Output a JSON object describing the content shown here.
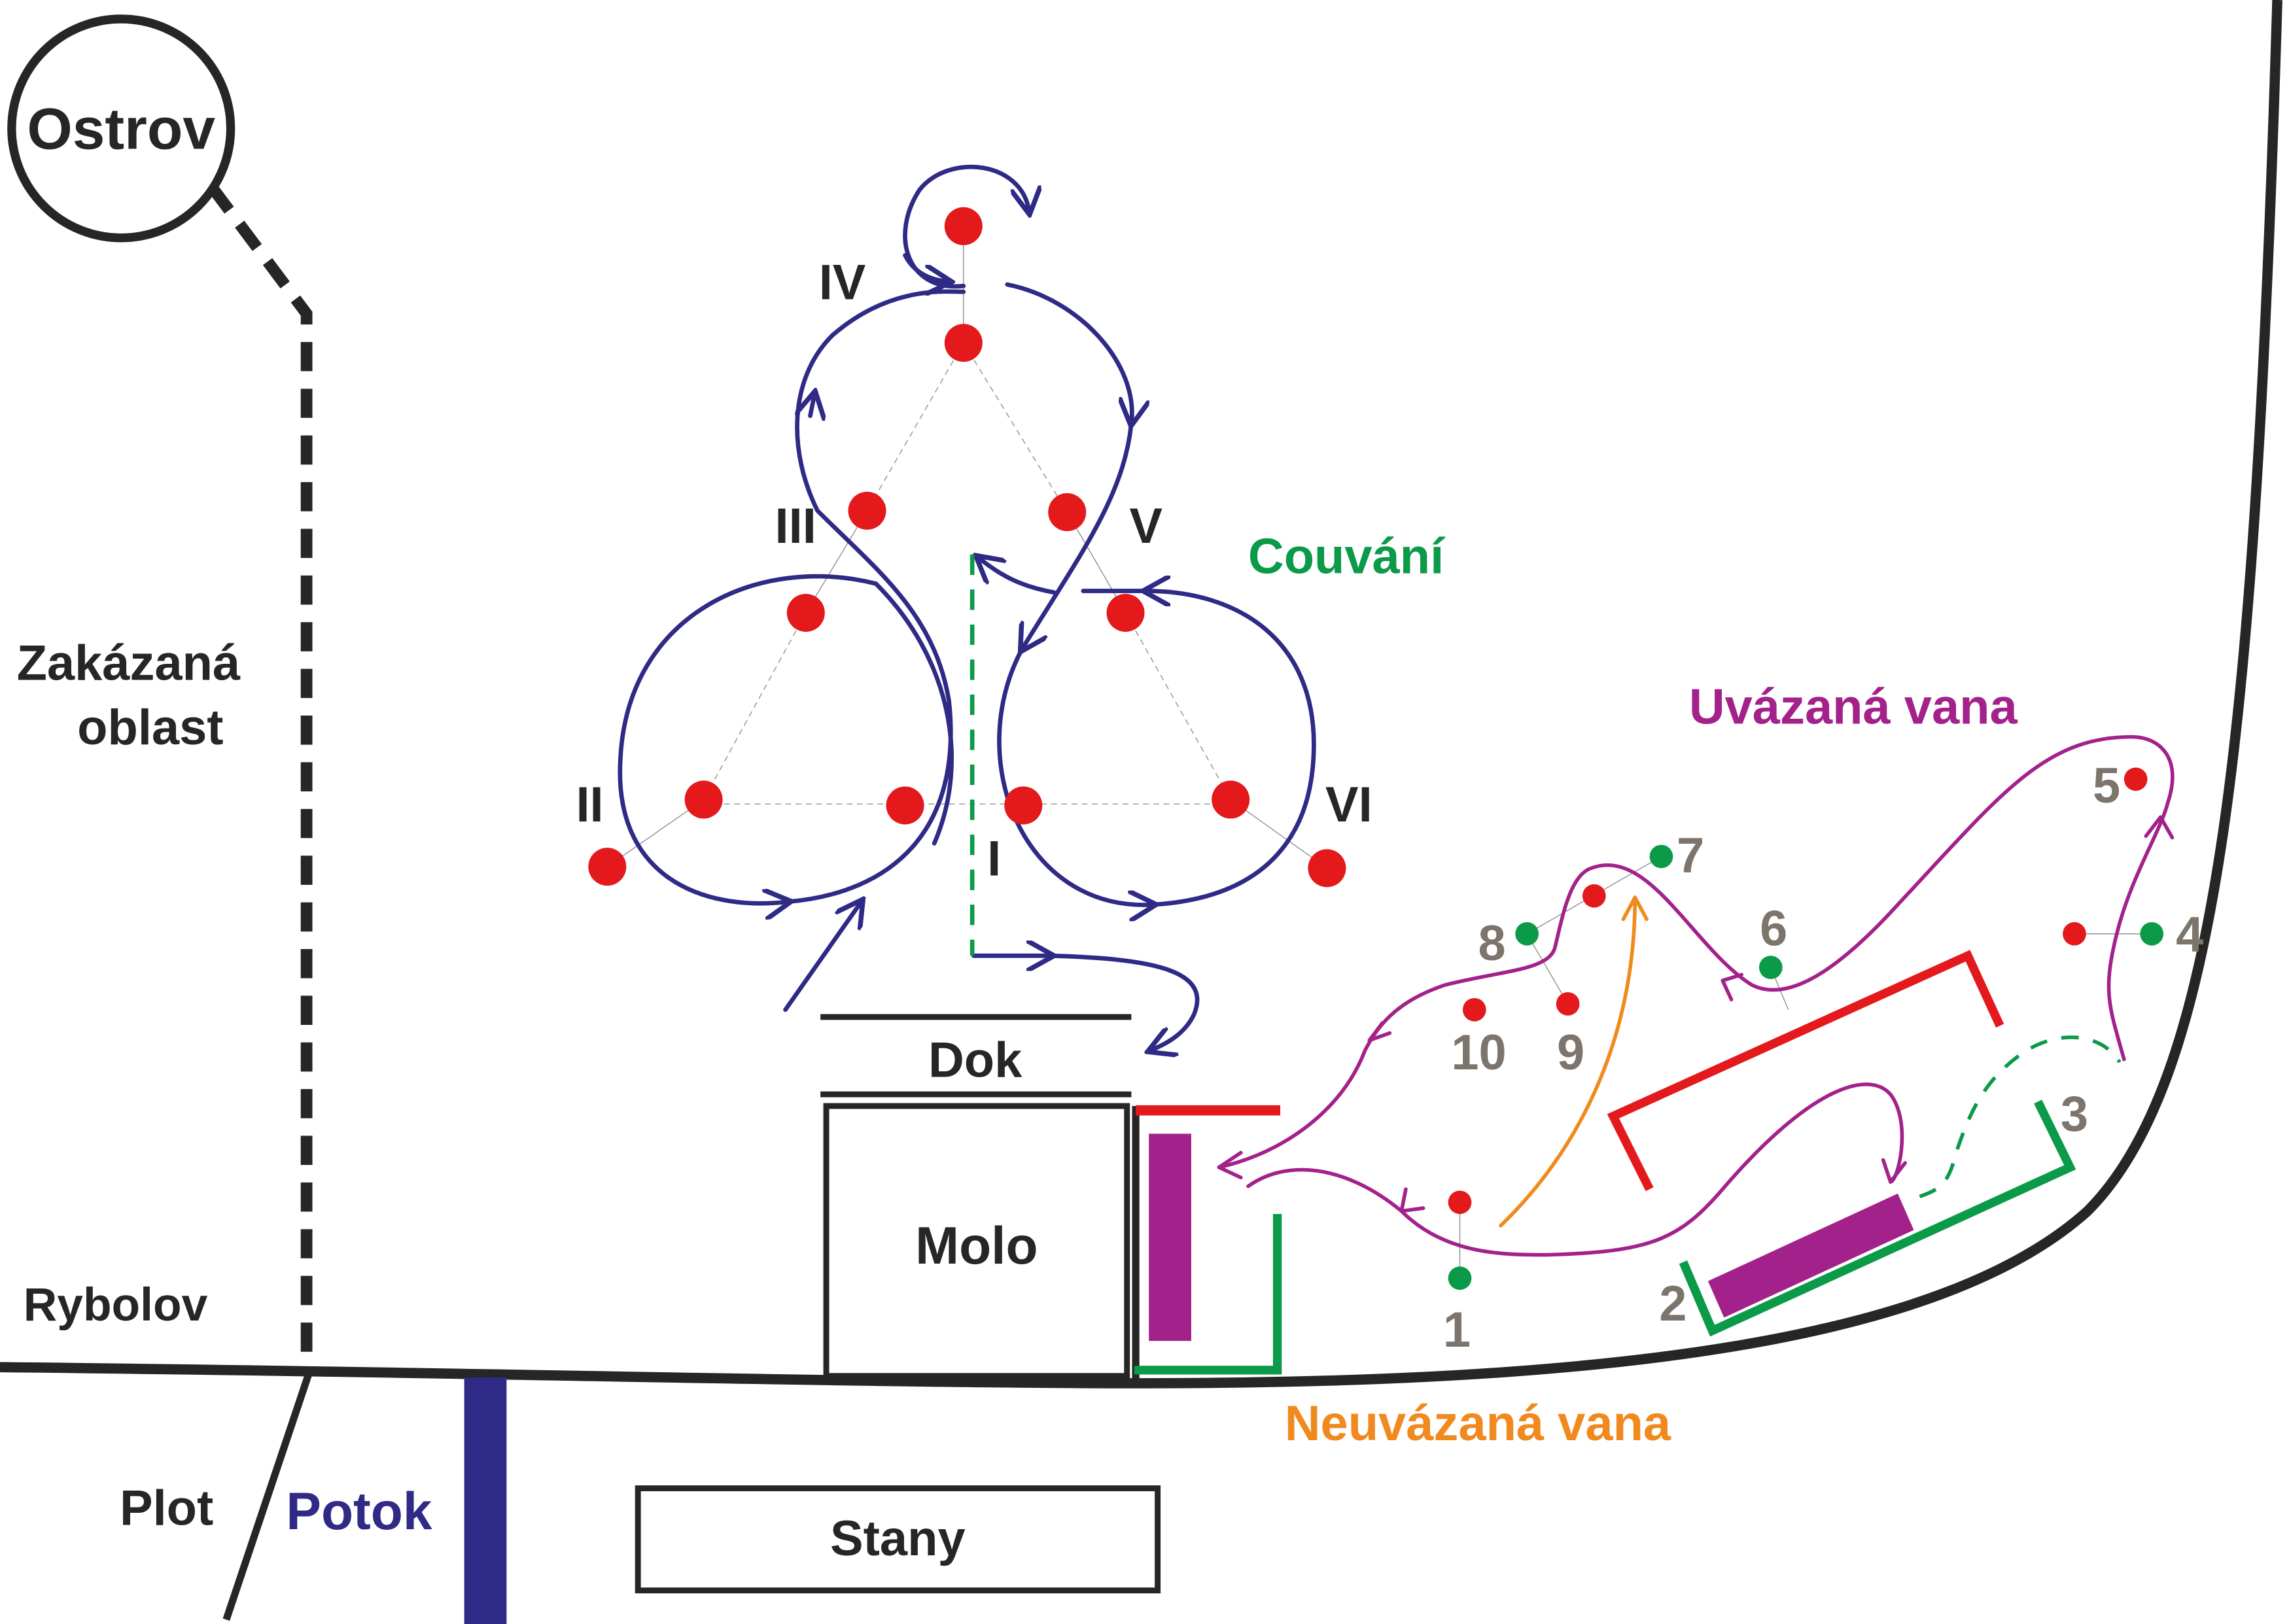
{
  "labels": {
    "ostrov": "Ostrov",
    "zakazana_line1": "Zakázaná",
    "zakazana_line2": "oblast",
    "rybolov": "Rybolov",
    "plot": "Plot",
    "potok": "Potok",
    "stany": "Stany",
    "dok": "Dok",
    "molo": "Molo",
    "couvani": "Couvání",
    "uvazana_vana": "Uvázaná vana",
    "neuvazana_vana": "Neuvázaná vana"
  },
  "roman_labels": {
    "I": "I",
    "II": "II",
    "III": "III",
    "IV": "IV",
    "V": "V",
    "VI": "VI"
  },
  "point_labels": {
    "p1": "1",
    "p2": "2",
    "p3": "3",
    "p4": "4",
    "p5": "5",
    "p6": "6",
    "p7": "7",
    "p8": "8",
    "p9": "9",
    "p10": "10"
  },
  "colors": {
    "dark": "#262626",
    "navy_path": "#2e2a85",
    "red_marker": "#e3191c",
    "green_marker": "#0a9a48",
    "purple_path": "#a3218a",
    "orange_path": "#f08a1e",
    "gray_number": "#7d746c",
    "couvani_green": "#0a9a48"
  }
}
